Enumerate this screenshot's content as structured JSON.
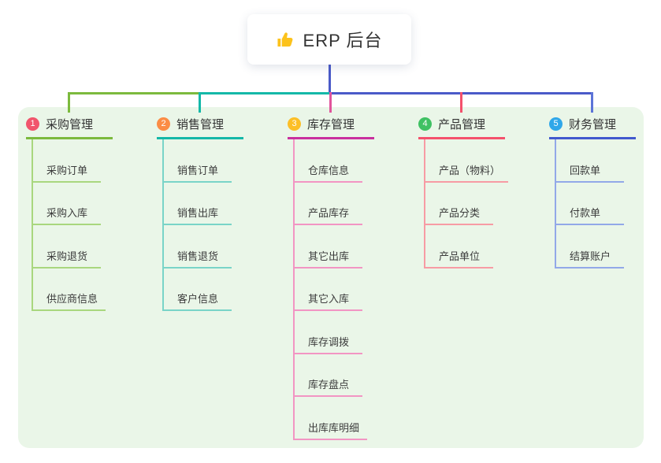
{
  "canvas": {
    "background": "#ffffff",
    "panel_color": "#eaf6e8"
  },
  "root": {
    "title": "ERP 后台",
    "icon": "thumbs-up-icon",
    "icon_color": "#fcc21b",
    "line_color": "#4a5ac8"
  },
  "branches": [
    {
      "number": "1",
      "label": "采购管理",
      "badge_color": "#f1556c",
      "line_color": "#7cba3d",
      "drop_color": "#7cba3d",
      "child_line_color": "#a9d77e",
      "children": [
        "采购订单",
        "采购入库",
        "采购退货",
        "供应商信息"
      ]
    },
    {
      "number": "2",
      "label": "销售管理",
      "badge_color": "#fb8c45",
      "line_color": "#14b8a8",
      "drop_color": "#14b8a8",
      "child_line_color": "#79d4c8",
      "children": [
        "销售订单",
        "销售出库",
        "销售退货",
        "客户信息"
      ]
    },
    {
      "number": "3",
      "label": "库存管理",
      "badge_color": "#fcbf27",
      "line_color": "#c9309e",
      "drop_color": "#e1549c",
      "child_line_color": "#f295c3",
      "children": [
        "仓库信息",
        "产品库存",
        "其它出库",
        "其它入库",
        "库存调拨",
        "库存盘点",
        "出库库明细"
      ]
    },
    {
      "number": "4",
      "label": "产品管理",
      "badge_color": "#3fc163",
      "line_color": "#f4516c",
      "drop_color": "#f4516c",
      "child_line_color": "#f79ba4",
      "children": [
        "产品（物料）",
        "产品分类",
        "产品单位"
      ]
    },
    {
      "number": "5",
      "label": "财务管理",
      "badge_color": "#2fa7e9",
      "line_color": "#4159ce",
      "drop_color": "#5c74d8",
      "child_line_color": "#92a8e8",
      "children": [
        "回款单",
        "付款单",
        "结算账户"
      ]
    }
  ]
}
